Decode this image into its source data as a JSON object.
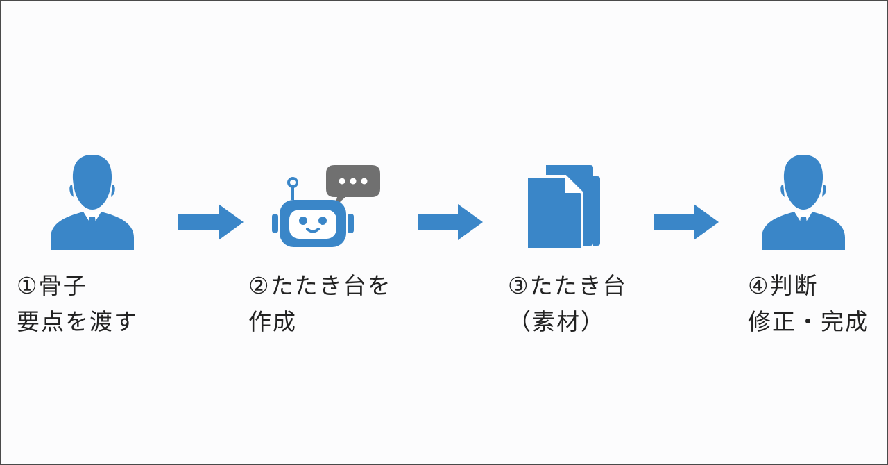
{
  "colors": {
    "icon_blue": "#3a86c8",
    "chat_gray": "#707070",
    "text": "#222222",
    "border": "#4a4a4a"
  },
  "steps": [
    {
      "line1": "①骨子",
      "line2": "要点を渡す",
      "icon": "person-icon"
    },
    {
      "line1": "②たたき台を",
      "line2": "作成",
      "icon": "robot-chat-icon"
    },
    {
      "line1": "③たたき台",
      "line2": "（素材）",
      "icon": "documents-icon"
    },
    {
      "line1": "④判断",
      "line2": "修正・完成",
      "icon": "person-icon"
    }
  ],
  "connectors": [
    "arrow-right-icon",
    "arrow-right-icon",
    "arrow-right-icon"
  ]
}
